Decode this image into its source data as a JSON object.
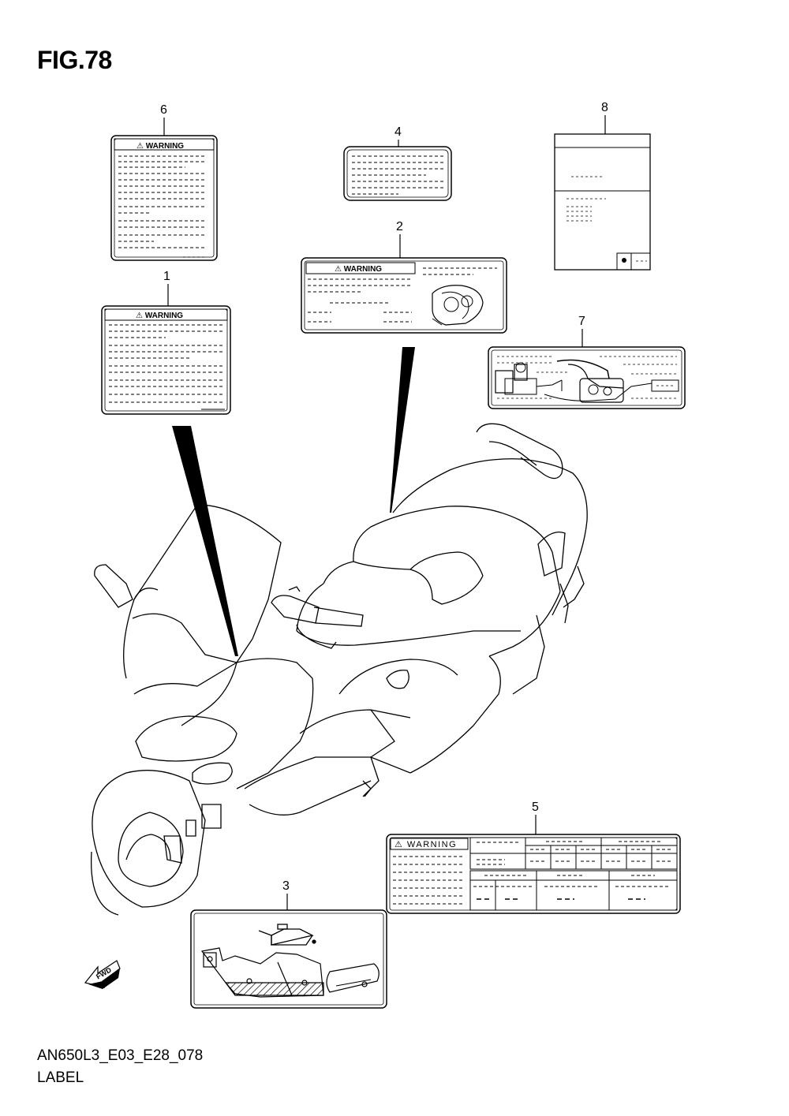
{
  "figure": {
    "title": "FIG.78",
    "code": "AN650L3_E03_E28_078",
    "name": "LABEL"
  },
  "callouts": {
    "c1": "1",
    "c2": "2",
    "c3": "3",
    "c4": "4",
    "c5": "5",
    "c6": "6",
    "c7": "7",
    "c8": "8"
  },
  "labels": {
    "warning_caps": "WARNING",
    "warning_spaced": "WARNING"
  },
  "arrow": {
    "fwd": "FWD"
  }
}
